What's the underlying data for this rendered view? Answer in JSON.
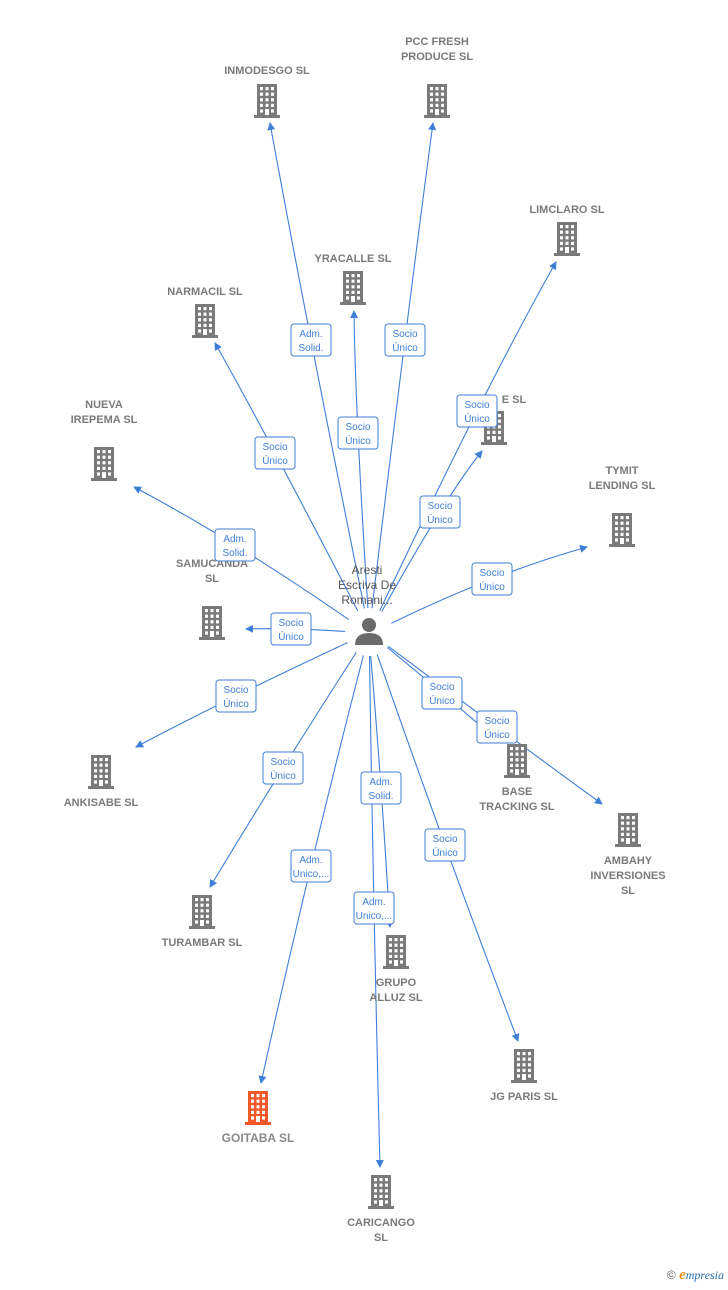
{
  "person": {
    "name_lines": [
      "Aresti",
      "Escriva De",
      "Romani..."
    ]
  },
  "companies": [
    {
      "id": "inmodesgo",
      "lines": [
        "INMODESGO SL"
      ],
      "highlight": false
    },
    {
      "id": "pccfresh",
      "lines": [
        "PCC FRESH",
        "PRODUCE  SL"
      ],
      "highlight": false
    },
    {
      "id": "limclaro",
      "lines": [
        "LIMCLARO  SL"
      ],
      "highlight": false
    },
    {
      "id": "yracalle",
      "lines": [
        "YRACALLE  SL"
      ],
      "highlight": false
    },
    {
      "id": "narmacil",
      "lines": [
        "NARMACIL  SL"
      ],
      "highlight": false
    },
    {
      "id": "e_sl",
      "lines": [
        "E  SL"
      ],
      "highlight": false
    },
    {
      "id": "nuevairepema",
      "lines": [
        "NUEVA",
        "IREPEMA SL"
      ],
      "highlight": false
    },
    {
      "id": "tymit",
      "lines": [
        "TYMIT",
        "LENDING  SL"
      ],
      "highlight": false
    },
    {
      "id": "samucanda",
      "lines": [
        "SAMUCANDA",
        "SL"
      ],
      "highlight": false
    },
    {
      "id": "ankisabe",
      "lines": [
        "ANKISABE  SL"
      ],
      "highlight": false
    },
    {
      "id": "basetracking",
      "lines": [
        "BASE",
        "TRACKING  SL"
      ],
      "highlight": false
    },
    {
      "id": "ambahy",
      "lines": [
        "AMBAHY",
        "INVERSIONES",
        "SL"
      ],
      "highlight": false
    },
    {
      "id": "turambar",
      "lines": [
        "TURAMBAR SL"
      ],
      "highlight": false
    },
    {
      "id": "grupoalluz",
      "lines": [
        "GRUPO",
        "ALLUZ SL"
      ],
      "highlight": false
    },
    {
      "id": "jgparis",
      "lines": [
        "JG PARIS  SL"
      ],
      "highlight": false
    },
    {
      "id": "goitaba",
      "lines": [
        "GOITABA  SL"
      ],
      "highlight": true
    },
    {
      "id": "caricango",
      "lines": [
        "CARICANGO",
        "SL"
      ],
      "highlight": false
    }
  ],
  "edges": [
    {
      "to": "inmodesgo",
      "lines": [
        "Adm.",
        "Solid."
      ]
    },
    {
      "to": "pccfresh",
      "lines": [
        "Socio",
        "Único"
      ]
    },
    {
      "to": "yracalle",
      "lines": [
        "Socio",
        "Único"
      ]
    },
    {
      "to": "narmacil",
      "lines": [
        "Socio",
        "Único"
      ]
    },
    {
      "to": "limclaro",
      "lines": [
        "Socio",
        "Único"
      ]
    },
    {
      "to": "e_sl",
      "lines": [
        "Socio",
        "Único"
      ]
    },
    {
      "to": "nuevairepema",
      "lines": [
        "Adm.",
        "Solid."
      ]
    },
    {
      "to": "tymit",
      "lines": [
        "Socio",
        "Único"
      ]
    },
    {
      "to": "samucanda",
      "lines": [
        "Socio",
        "Único"
      ]
    },
    {
      "to": "ankisabe",
      "lines": [
        "Socio",
        "Único"
      ]
    },
    {
      "to": "basetracking",
      "lines": [
        "Socio",
        "Único"
      ]
    },
    {
      "to": "ambahy",
      "lines": [
        "Socio",
        "Único"
      ]
    },
    {
      "to": "turambar",
      "lines": [
        "Socio",
        "Único"
      ]
    },
    {
      "to": "grupoalluz",
      "lines": [
        "Adm.",
        "Solid."
      ]
    },
    {
      "to": "jgparis",
      "lines": [
        "Socio",
        "Único"
      ]
    },
    {
      "to": "goitaba",
      "lines": [
        "Adm.",
        "Unico,..."
      ]
    },
    {
      "to": "caricango",
      "lines": [
        "Adm.",
        "Unico,..."
      ]
    }
  ],
  "colors": {
    "edge": "#3f7fd6",
    "building": "#7a7a7a",
    "highlight": "#f0582a",
    "person": "#6b6b6b"
  },
  "footer": {
    "copyright": "©",
    "brand_e": "e",
    "brand_rest": "mpresia"
  }
}
